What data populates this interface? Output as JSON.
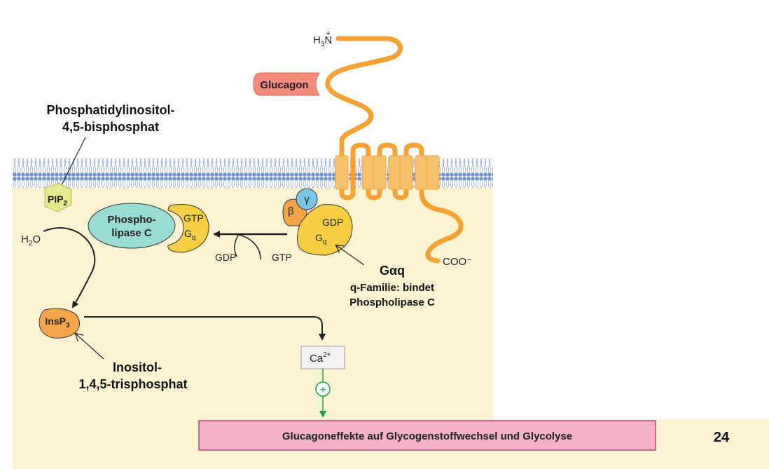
{
  "receptor": {
    "n_terminus": "H3N+",
    "c_terminus": "COO⁻",
    "ligand": "Glucagon"
  },
  "labels": {
    "pip2_caption_line1": "Phosphatidylinositol-",
    "pip2_caption_line2": "4,5-bisphosphat",
    "pip2": "PIP2",
    "h2o": "H2O",
    "plc_line1": "Phospho-",
    "plc_line2": "lipase C",
    "gtp_bound": "GTP",
    "gq_active": "Gq",
    "gdp_released": "GDP",
    "gtp_in": "GTP",
    "gdp_bound": "GDP",
    "gq_inactive": "Gq",
    "beta": "β",
    "gamma": "γ",
    "galpha_q_title": "Gαq",
    "galpha_q_desc_line1": "q-Familie: bindet",
    "galpha_q_desc_line2": "Phospholipase C",
    "insp3": "InsP3",
    "insp3_caption_line1": "Inositol-",
    "insp3_caption_line2": "1,4,5-trisphosphat",
    "calcium": "Ca2+",
    "stimulation": "+",
    "effect": "Glucagoneffekte auf Glycogenstoffwechsel und Glycolyse",
    "slide_number": "24"
  },
  "colors": {
    "cytoplasm": "#fcf3d3",
    "membrane": "#6f93ce",
    "receptor": "#f4a235",
    "glucagon": "#f48b7c",
    "plc": "#9adcd3",
    "g_alpha": "#f7cf45",
    "g_beta": "#f4a547",
    "g_gamma": "#7cc5e4",
    "pip2": "#e4eb8f",
    "insp3": "#f6a54b",
    "effect_box": "#f4b2c6",
    "stimulation": "#1aa346"
  }
}
